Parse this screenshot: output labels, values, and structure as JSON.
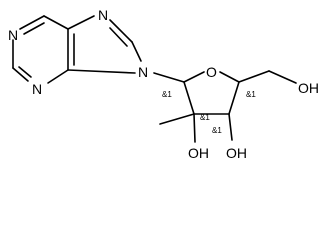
{
  "atoms": {
    "n_pyrimidine_top": "N",
    "n_pyrimidine_bottom": "N",
    "n_imidazole_top": "N",
    "n_imidazole_glycosidic": "N",
    "o_ring": "O",
    "o_hydroxymethyl": "OH",
    "o_c2_hydroxyl": "OH",
    "o_c3_hydroxyl": "OH"
  },
  "stereo_labels": {
    "c1": "&1",
    "c2": "&1",
    "c3": "&1",
    "c4": "&1"
  },
  "colors": {
    "bond": "#000000",
    "text": "#000000",
    "background": "#ffffff"
  }
}
